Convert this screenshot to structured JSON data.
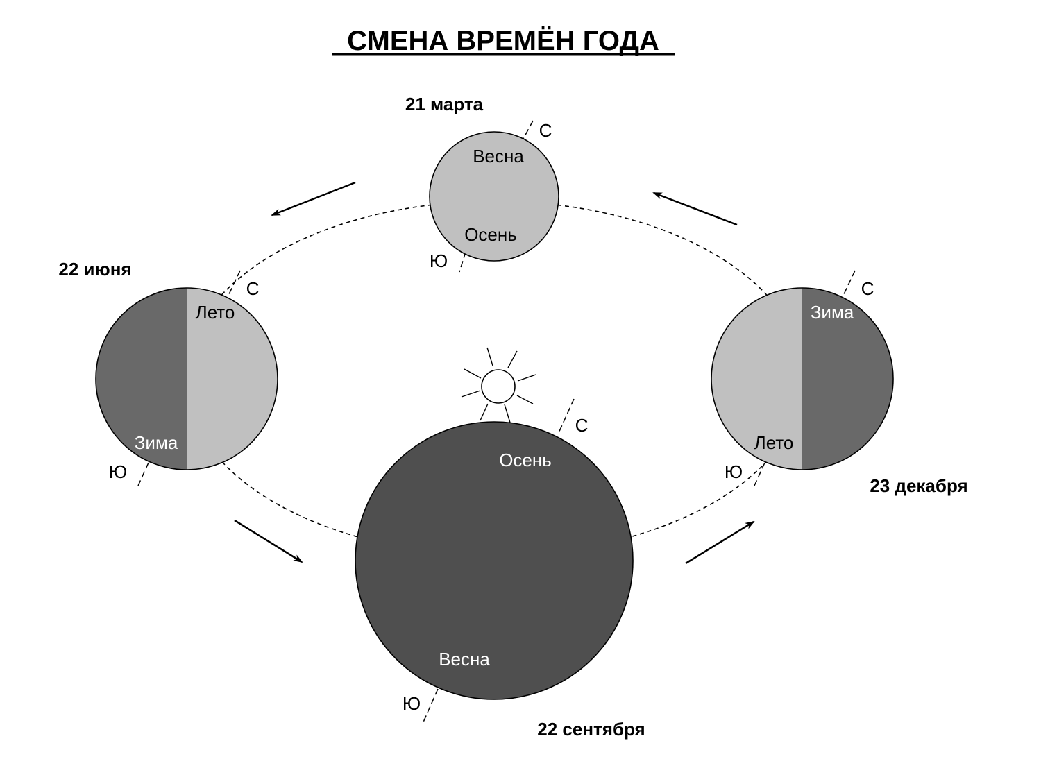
{
  "title": "СМЕНА  ВРЕМЁН  ГОДА",
  "colors": {
    "light": "#c0c0c0",
    "dark": "#696969",
    "darkest": "#4f4f4f",
    "outline": "#000000"
  },
  "positions": {
    "march": {
      "date": "21 марта",
      "north": "С",
      "south": "Ю",
      "top_season": "Весна",
      "bottom_season": "Осень"
    },
    "june": {
      "date": "22 июня",
      "north": "С",
      "south": "Ю",
      "top_season": "Лето",
      "bottom_season": "Зима"
    },
    "september": {
      "date": "22 сентября",
      "north": "С",
      "south": "Ю",
      "top_season": "Осень",
      "bottom_season": "Весна"
    },
    "december": {
      "date": "23 декабря",
      "north": "С",
      "south": "Ю",
      "top_season": "Зима",
      "bottom_season": "Лето"
    }
  },
  "icons": {
    "sun": "sun-icon",
    "arrow": "orbit-direction-arrow"
  }
}
